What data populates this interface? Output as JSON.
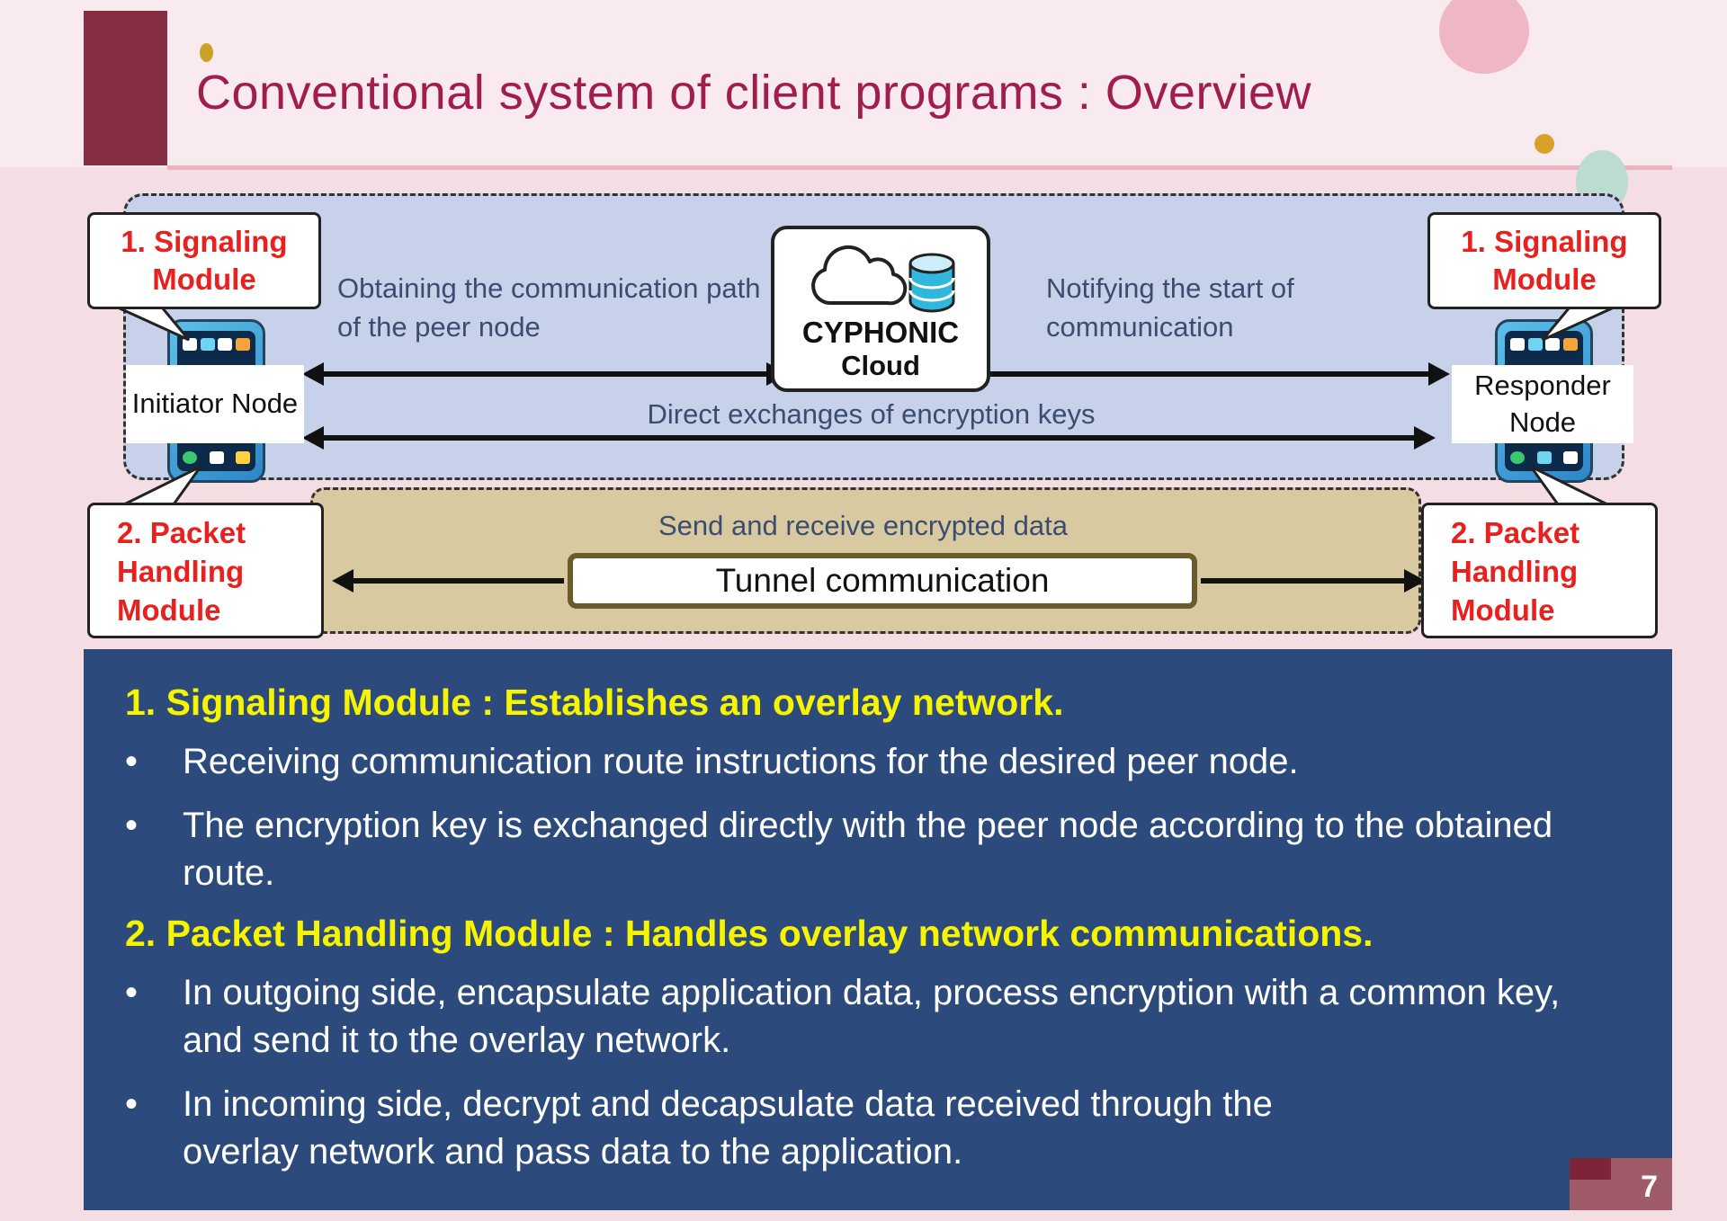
{
  "slide": {
    "title": "Conventional system of client programs : Overview",
    "page_number": "7"
  },
  "diagram": {
    "callouts": {
      "signaling_left": "1. Signaling Module",
      "signaling_right": "1. Signaling Module",
      "packet_left": "2. Packet Handling Module",
      "packet_right": "2. Packet Handling Module"
    },
    "nodes": {
      "initiator": "Initiator Node",
      "responder": "Responder Node"
    },
    "cloud": {
      "name": "CYPHONIC",
      "subname": "Cloud"
    },
    "labels": {
      "obtain_path": "Obtaining the communication path of the peer node",
      "notify_start": "Notifying the start of communication",
      "direct_exchange": "Direct exchanges of encryption keys",
      "send_receive": "Send and receive encrypted data",
      "tunnel": "Tunnel communication"
    }
  },
  "body": {
    "bullet_char": "•",
    "sections": [
      {
        "heading": "1. Signaling Module : Establishes an overlay network.",
        "bullets": [
          "Receiving communication route instructions for the desired peer node.",
          "The encryption key is exchanged directly with the peer node according to the obtained route."
        ]
      },
      {
        "heading": "2. Packet Handling Module : Handles overlay network communications.",
        "bullets": [
          "In outgoing side, encapsulate application data, process encryption with a common key, and send it to the overlay network.",
          "In incoming side, decrypt and decapsulate data received through the overlay network and pass data to the application."
        ]
      }
    ]
  },
  "colors": {
    "accent_maroon": "#852e44",
    "title_text": "#a01d4d",
    "panel_navy": "#2c4b7c",
    "heading_yellow": "#f7f400",
    "callout_red": "#e8201e",
    "overlay_blue": "#c7d1ea",
    "tunnel_tan": "#d9c9a1"
  }
}
